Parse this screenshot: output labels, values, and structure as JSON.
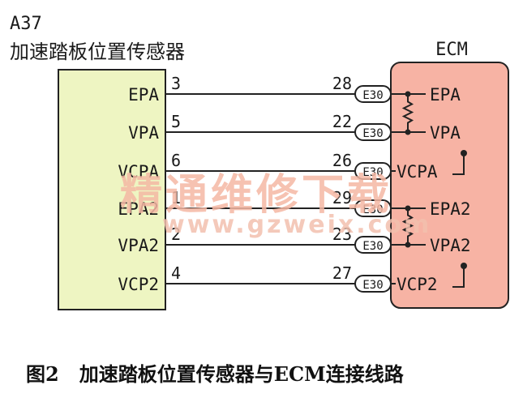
{
  "sensor": {
    "id": "A37",
    "name": "加速踏板位置传感器",
    "fill_color": "#eef5c2",
    "pins": [
      {
        "label": "EPA",
        "pin": "3"
      },
      {
        "label": "VPA",
        "pin": "5"
      },
      {
        "label": "VCPA",
        "pin": "6"
      },
      {
        "label": "EPA2",
        "pin": "1"
      },
      {
        "label": "VPA2",
        "pin": "2"
      },
      {
        "label": "VCP2",
        "pin": "4"
      }
    ]
  },
  "ecm": {
    "title": "ECM",
    "fill_color": "#f7b3a4",
    "connector": "E30",
    "pins": [
      {
        "pin": "28",
        "label": "EPA"
      },
      {
        "pin": "22",
        "label": "VPA"
      },
      {
        "pin": "26",
        "label": "VCPA"
      },
      {
        "pin": "29",
        "label": "EPA2"
      },
      {
        "pin": "23",
        "label": "VPA2"
      },
      {
        "pin": "27",
        "label": "VCP2"
      }
    ]
  },
  "watermark": {
    "site_name": "精通维修下载",
    "url": "www.gzweix.com"
  },
  "caption": "图2   加速踏板位置传感器与ECM连接线路"
}
